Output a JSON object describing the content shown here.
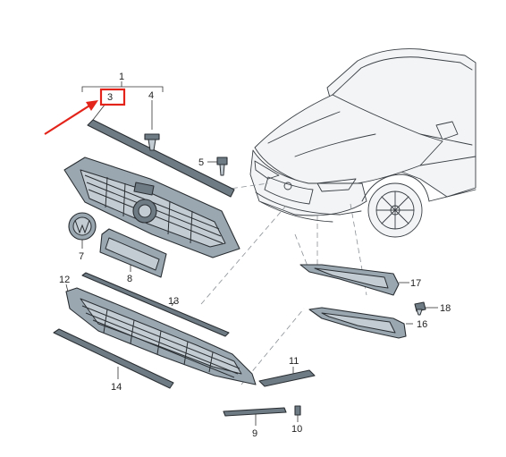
{
  "callouts": [
    {
      "id": "c1",
      "label": "1"
    },
    {
      "id": "c3",
      "label": "3"
    },
    {
      "id": "c4",
      "label": "4"
    },
    {
      "id": "c5",
      "label": "5"
    },
    {
      "id": "c7",
      "label": "7"
    },
    {
      "id": "c8",
      "label": "8"
    },
    {
      "id": "c9",
      "label": "9"
    },
    {
      "id": "c10",
      "label": "10"
    },
    {
      "id": "c11",
      "label": "11"
    },
    {
      "id": "c12",
      "label": "12"
    },
    {
      "id": "c13",
      "label": "13"
    },
    {
      "id": "c14",
      "label": "14"
    },
    {
      "id": "c16",
      "label": "16"
    },
    {
      "id": "c17",
      "label": "17"
    },
    {
      "id": "c18",
      "label": "18"
    }
  ],
  "highlight": {
    "target": "3",
    "color": "#e3241b"
  },
  "colors": {
    "part": "#9aa7b1",
    "outline": "#2a2f33"
  }
}
